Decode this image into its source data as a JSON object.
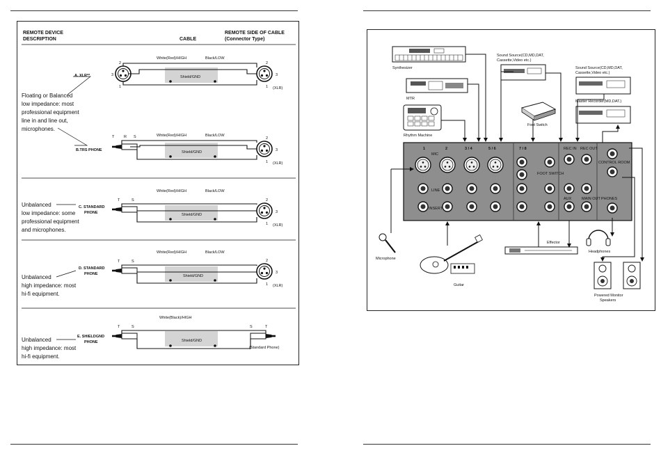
{
  "left_panel": {
    "header": {
      "remote_device_line1": "REMOTE DEVICE",
      "remote_device_line2": "DESCRIPTION",
      "cable": "CABLE",
      "remote_side_line1": "REMOTE SIDE OF CABLE",
      "remote_side_line2": "(Connector Type)"
    },
    "rows": [
      {
        "label": "A. XLR**",
        "top_wire_hi": "White(Red)/HIGH",
        "top_wire_lo": "Black/LOW",
        "shield": "Shield/GND",
        "right_connector": "(XLR)",
        "pin_left_top": "2",
        "pin_left_mid": "3",
        "pin_left_bot": "1",
        "pin_right_top": "2",
        "pin_right_mid": "3",
        "pin_right_bot": "1"
      },
      {
        "label": "B.TRS PHONE",
        "top_wire_hi": "White(Red)/HIGH",
        "top_wire_lo": "Black/LOW",
        "shield": "Shield/GND",
        "right_connector": "(XLR)",
        "plug_t": "T",
        "plug_r": "R",
        "plug_s": "S",
        "pin_right_top": "2",
        "pin_right_mid": "3",
        "pin_right_bot": "1"
      },
      {
        "label_line1": "C. STANDARD",
        "label_line2": "PHONE",
        "top_wire_hi": "White(Red)/HIGH",
        "top_wire_lo": "Black/LOW",
        "shield": "Shield/GND",
        "right_connector": "(XLR)",
        "plug_t": "T",
        "plug_s": "S",
        "pin_right_top": "2",
        "pin_right_mid": "3",
        "pin_right_bot": "1"
      },
      {
        "label_line1": "D. STANDARD",
        "label_line2": "PHONE",
        "top_wire_hi": "White(Red)/HIGH",
        "top_wire_lo": "Black/LOW",
        "shield": "Shield/GND",
        "right_connector": "(XLR)",
        "plug_t": "T",
        "plug_s": "S",
        "pin_right_top": "2",
        "pin_right_mid": "3",
        "pin_right_bot": "1"
      },
      {
        "label_line1": "E. SHIELDGND",
        "label_line2": "PHONE",
        "top_wire_hi": "White(Black)/HIGH",
        "shield": "Shield/GND",
        "right_connector": "(Standard Phone)",
        "plug_t": "T",
        "plug_s": "S",
        "plug_right_s": "S",
        "plug_right_t": "T"
      }
    ],
    "descriptions": {
      "floating": [
        "Floating or Balanced",
        "low impedance: most",
        "professional equipment",
        "line in and line out,",
        "microphones."
      ],
      "unbal_low": [
        "Unbalanced",
        "low impedance: some",
        "professional equipment",
        "and microphones."
      ],
      "unbal_high_1": [
        "Unbalanced",
        "high impedance: most",
        "hi-fi equipment."
      ],
      "unbal_high_2": [
        "Unbalanced",
        "high impedance: most",
        "hi-fi equipment."
      ]
    }
  },
  "right_panel": {
    "synthesizer": "Synthesizer",
    "mtr": "MTR",
    "rhythm_machine": "Rhythm Machine",
    "sound_source_1_line1": "Sound Source(CD,MD,DAT,",
    "sound_source_1_line2": "Cassette,Video etc.)",
    "sound_source_2_line1": "Sound Source(CD,MD,DAT,",
    "sound_source_2_line2": "Cassette,Video etc.)",
    "foot_switch": "Foot Switch",
    "master_recorder": "Master Recorder(MD,DAT.)",
    "microphone": "Microphone",
    "guitar": "Guitar",
    "effector": "Effector",
    "headphones": "Headphones",
    "monitor_line1": "Powered Monitor",
    "monitor_line2": "Speakers",
    "channel_labels": [
      "1",
      "2",
      "3 / 4",
      "5 / 6",
      "7 / 8"
    ],
    "mixer_labels": {
      "mic": "MIC",
      "line": "LINE",
      "insert": "INSERT",
      "foot_switch": "FOOT SWITCH",
      "rec_in": "REC IN",
      "rec_out": "REC OUT",
      "control_room": "CONTROL ROOM",
      "main_out": "MAIN OUT",
      "aux": "AUX",
      "headphones": "PHONES"
    }
  }
}
